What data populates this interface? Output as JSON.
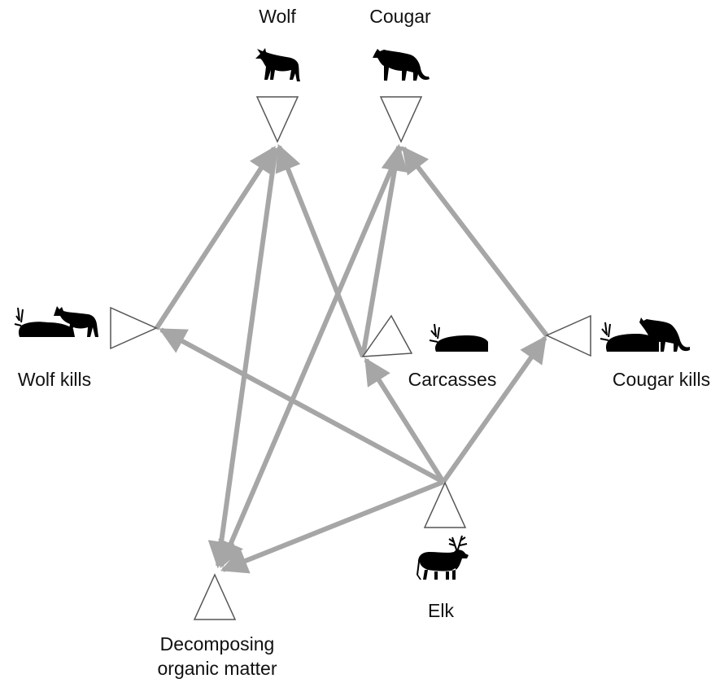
{
  "colors": {
    "background": "#ffffff",
    "arrow": "#a6a6a6",
    "node_outline": "#555555",
    "silhouette": "#000000",
    "text": "#111111"
  },
  "nodes": {
    "wolf": {
      "label": "Wolf",
      "icon": "wolf-silhouette-icon"
    },
    "cougar": {
      "label": "Cougar",
      "icon": "cougar-silhouette-icon"
    },
    "wolf_kills": {
      "label": "Wolf kills",
      "icon": "wolf-on-carcass-icon"
    },
    "carcasses": {
      "label": "Carcasses",
      "icon": "carcass-silhouette-icon"
    },
    "cougar_kills": {
      "label": "Cougar kills",
      "icon": "cougar-on-carcass-icon"
    },
    "elk": {
      "label": "Elk",
      "icon": "elk-silhouette-icon"
    },
    "decomposing": {
      "label_line1": "Decomposing",
      "label_line2": "organic matter"
    }
  },
  "edges": [
    {
      "from": "wolf_kills",
      "to": "wolf"
    },
    {
      "from": "carcasses",
      "to": "wolf"
    },
    {
      "from": "wolf",
      "to": "decomposing"
    },
    {
      "from": "carcasses",
      "to": "cougar"
    },
    {
      "from": "cougar_kills",
      "to": "cougar"
    },
    {
      "from": "cougar",
      "to": "decomposing"
    },
    {
      "from": "elk",
      "to": "wolf_kills"
    },
    {
      "from": "elk",
      "to": "carcasses"
    },
    {
      "from": "elk",
      "to": "cougar_kills"
    },
    {
      "from": "elk",
      "to": "decomposing"
    }
  ]
}
